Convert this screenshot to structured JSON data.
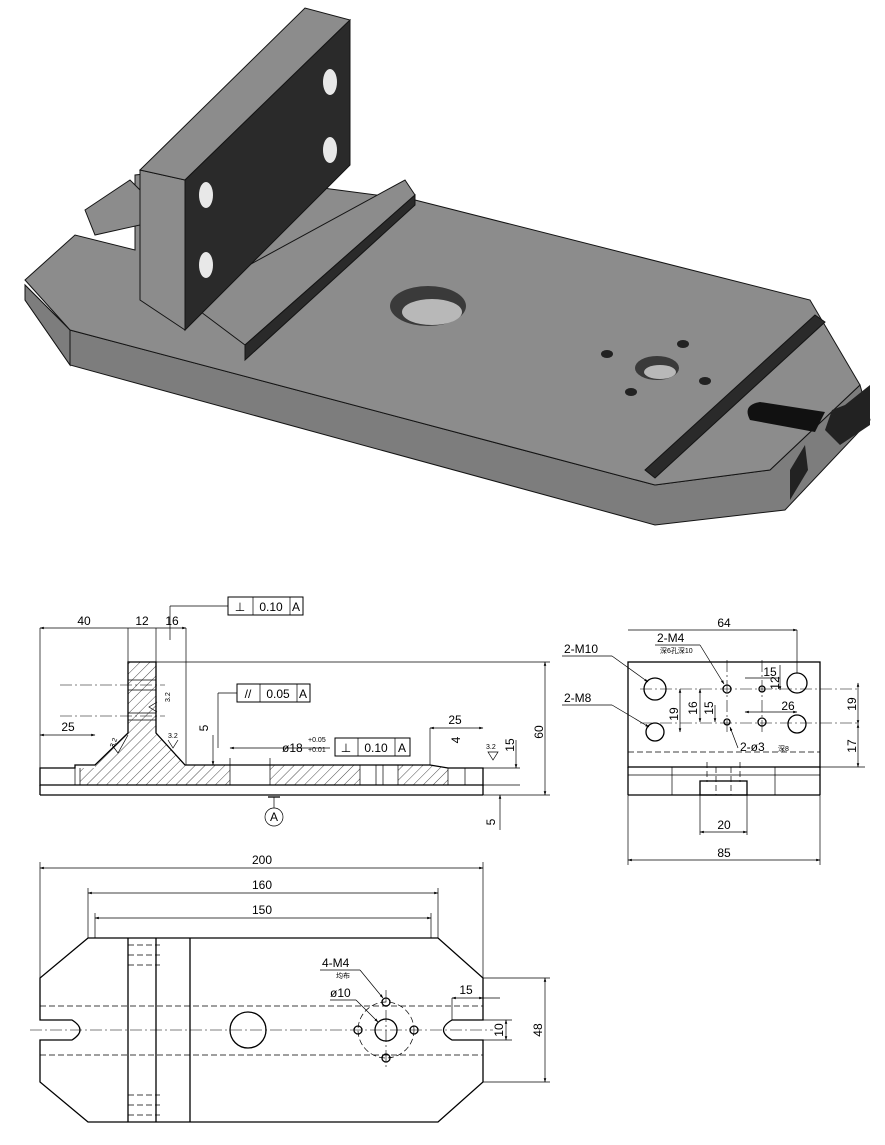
{
  "colors": {
    "iso_top": "#8c8c8c",
    "iso_front": "#7d7d7d",
    "iso_side": "#2a2a2a",
    "iso_edge": "#141414"
  },
  "front_view": {
    "dims": {
      "d40": "40",
      "d12": "12",
      "d16": "16",
      "d25_left": "25",
      "d25_right": "25",
      "d60": "60",
      "d5_top": "5",
      "d4": "4",
      "d15": "15",
      "d5_bottom": "5"
    },
    "roughness": {
      "r1": "3.2",
      "r2": "3.2",
      "r3": "3.2",
      "r4": "3.2"
    },
    "perpendicularity": {
      "symbol": "⊥",
      "value": "0.10",
      "datum": "A"
    },
    "parallelism": {
      "symbol": "//",
      "value": "0.05",
      "datum": "A"
    },
    "bore": {
      "label": "ø18",
      "tol_upper": "+0.05",
      "tol_lower": "+0.01",
      "symbol": "⊥",
      "value": "0.10",
      "datum": "A"
    },
    "datum_label": "A"
  },
  "side_view": {
    "dims": {
      "d64": "64",
      "d15": "15",
      "d12": "12",
      "d26": "26",
      "d19_left": "19",
      "d16": "16",
      "d15b": "15",
      "d19_right": "19",
      "d17": "17",
      "d20": "20",
      "d85": "85"
    },
    "callouts": {
      "m10": "2-M10",
      "m8": "2-M8",
      "m4": "2-M4",
      "m4_note": "深6孔深10",
      "pin": "2-ø3",
      "pin_note": "深8"
    }
  },
  "top_view": {
    "dims": {
      "d200": "200",
      "d160": "160",
      "d150": "150",
      "d15": "15",
      "d10": "10",
      "d48": "48"
    },
    "callouts": {
      "m4": "4-M4",
      "m4_note": "均布",
      "bore": "ø10"
    }
  }
}
